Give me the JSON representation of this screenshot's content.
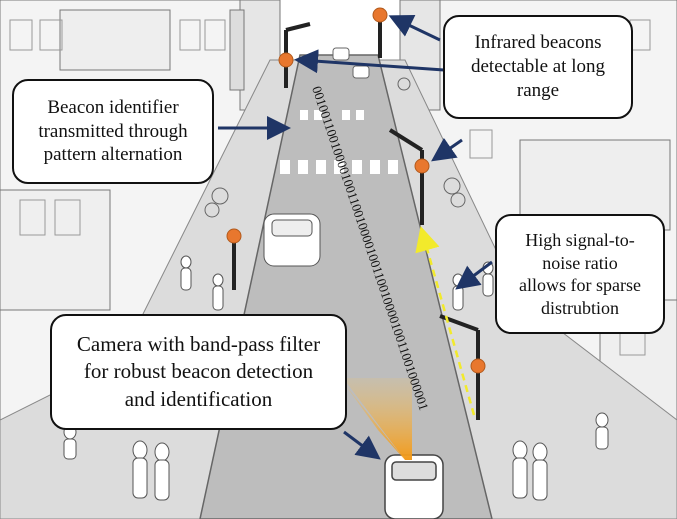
{
  "callouts": {
    "infrared": "Infrared beacons\ndetectable at long\nrange",
    "beacon_id": "Beacon identifier\ntransmitted through\npattern alternation",
    "snr": "High signal-to-\nnoise ratio\nallows for sparse\ndistrubtion",
    "camera": "Camera with band-pass filter\nfor robust beacon detection\nand identification"
  },
  "binary_code": "0010011001000010011001000010011001000010011001000001",
  "colors": {
    "beacon": "#e8772e",
    "arrow": "#1f3566",
    "camera_cone": "#f5a623",
    "snr_line": "#f2ea2b",
    "road": "#bdbdbd",
    "sidewalk": "#dcdcdc"
  }
}
